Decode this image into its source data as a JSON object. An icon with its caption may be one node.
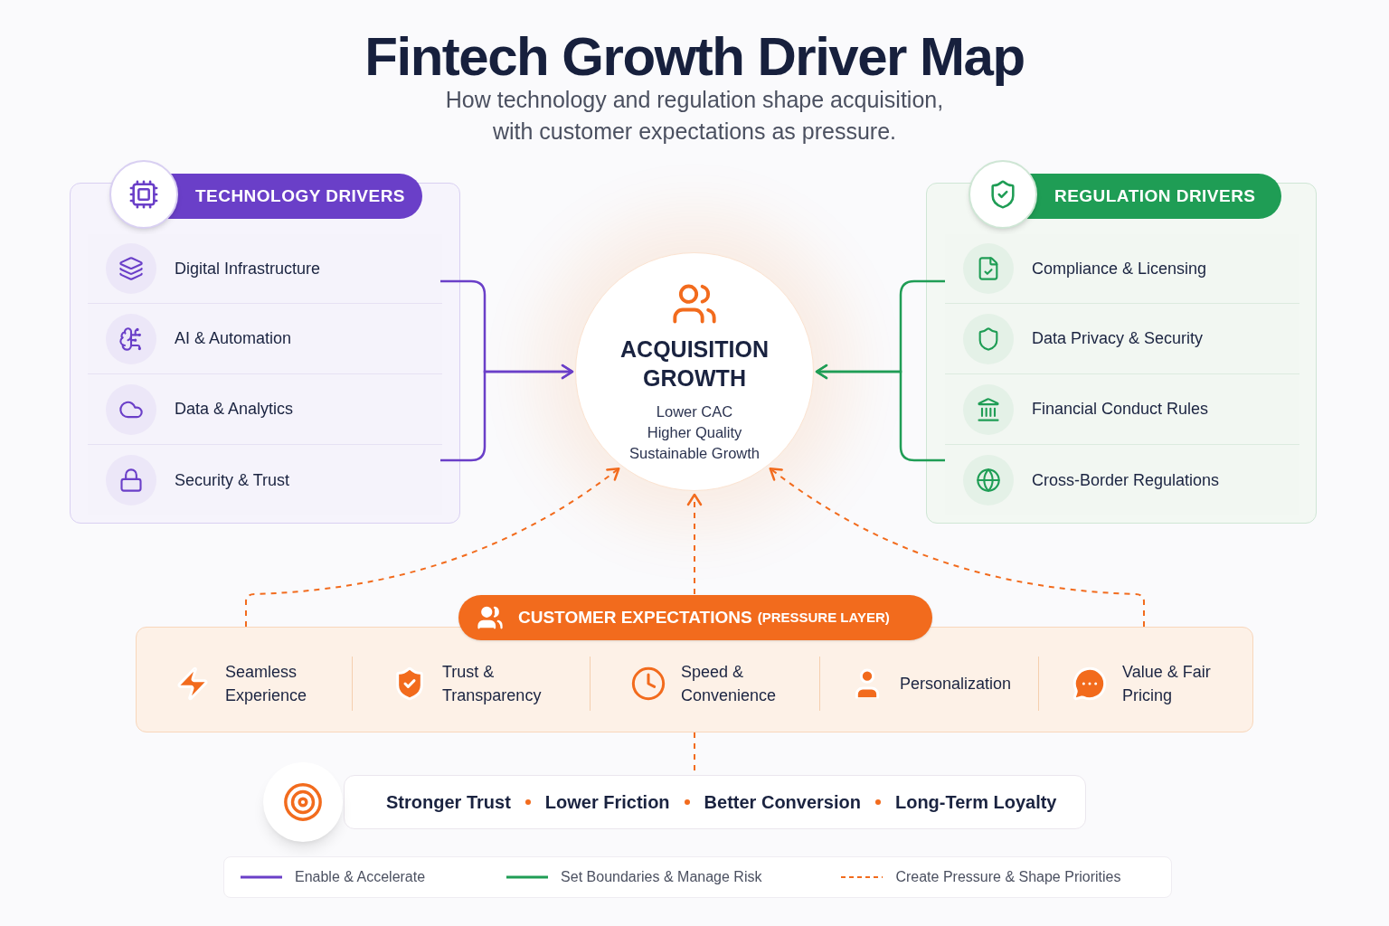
{
  "diagram": {
    "title": "Fintech Growth Driver Map",
    "nodes": [
      {
        "text": [
          "TECHNOLOGY DRIVERS"
        ]
      },
      {
        "text": [
          "Digital Infrastructure"
        ],
        "in": 0
      },
      {
        "text": [
          "AI & Automation"
        ],
        "in": 0
      },
      {
        "text": [
          "Data & Analytics"
        ],
        "in": 0
      },
      {
        "text": [
          "Security & Trust"
        ],
        "in": 0
      },
      {
        "text": [
          "REGULATION DRIVERS"
        ]
      },
      {
        "text": [
          "Compliance & Licensing"
        ],
        "in": 5
      },
      {
        "text": [
          "Data Privacy & Security"
        ],
        "in": 5
      },
      {
        "text": [
          "Financial Conduct Rules"
        ],
        "in": 5
      },
      {
        "text": [
          "Cross-Border Regulations"
        ],
        "in": 5
      },
      {
        "text": [
          "ACQUISITION GROWTH",
          "Lower CAC",
          "Higher Quality",
          "Sustainable Growth"
        ]
      },
      {
        "text": [
          "CUSTOMER EXPECTATIONS",
          "(PRESSURE LAYER)"
        ]
      },
      {
        "text": [
          "Seamless Experience"
        ],
        "in": 11
      },
      {
        "text": [
          "Trust & Transparency"
        ],
        "in": 11
      },
      {
        "text": [
          "Speed & Convenience"
        ],
        "in": 11
      },
      {
        "text": [
          "Personalization"
        ],
        "in": 11
      },
      {
        "text": [
          "Value & Fair Pricing"
        ],
        "in": 11
      },
      {
        "text": [
          "Stronger Trust",
          "Lower Friction",
          "Better Conversion",
          "Long-Term Loyalty"
        ]
      }
    ],
    "edges": [
      {
        "from": 1,
        "to": 10,
        "arrow": "to",
        "color": "#6a3fc8"
      },
      {
        "from": 4,
        "to": 10,
        "arrow": "to",
        "color": "#6a3fc8"
      },
      {
        "from": 6,
        "to": 10,
        "arrow": "to",
        "color": "#1f9d55"
      },
      {
        "from": 9,
        "to": 10,
        "arrow": "to",
        "color": "#1f9d55"
      },
      {
        "from": 11,
        "to": 10,
        "arrow": "to",
        "style": "dashed",
        "color": "#f26b1d"
      },
      {
        "from": 11,
        "to": 10,
        "arrow": "to",
        "style": "dashed",
        "color": "#f26b1d"
      },
      {
        "from": 11,
        "to": 10,
        "arrow": "to",
        "style": "dashed",
        "color": "#f26b1d"
      },
      {
        "from": 11,
        "to": 17,
        "arrow": "none",
        "style": "dashed",
        "color": "#f26b1d"
      }
    ],
    "labels": [
      "How technology and regulation shape acquisition, with customer expectations as pressure."
    ],
    "legend": [
      {
        "text": "Enable & Accelerate"
      },
      {
        "text": "Set Boundaries & Manage Risk"
      },
      {
        "text": "Create Pressure & Shape Priorities"
      }
    ]
  }
}
